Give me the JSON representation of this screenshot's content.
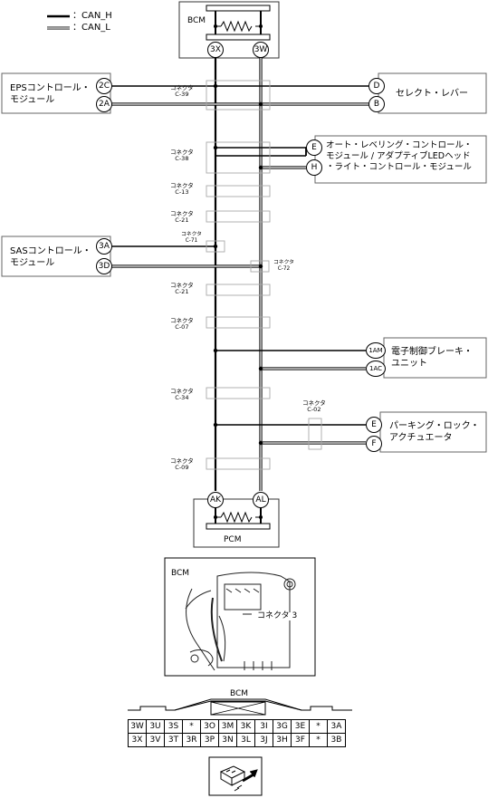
{
  "legend": {
    "can_h": "：CAN_H",
    "can_l": "：CAN_L"
  },
  "top_module": {
    "name": "BCM",
    "pin_h": "3X",
    "pin_l": "3W"
  },
  "bottom_module": {
    "name": "PCM",
    "pin_h": "AK",
    "pin_l": "AL"
  },
  "left_modules": [
    {
      "name": "EPSコントロール・\nモジュール",
      "pin_h": "2C",
      "pin_l": "2A"
    },
    {
      "name": "SASコントロール・\nモジュール",
      "pin_h": "3A",
      "pin_l": "3D"
    }
  ],
  "right_modules": [
    {
      "name": "セレクト・レバー",
      "pin_h": "D",
      "pin_l": "B"
    },
    {
      "name": "オート・レベリング・コントロール・\nモジュール / アダプティブLEDヘッド\n・ライト・コントロール・モジュール",
      "pin_h": "E",
      "pin_l": "H"
    },
    {
      "name": "電子制御ブレーキ・\nユニット",
      "pin_h": "1AM",
      "pin_l": "1AC"
    },
    {
      "name": "パーキング・ロック・\nアクチュエータ",
      "pin_h": "E",
      "pin_l": "F"
    }
  ],
  "connectors": [
    "コネクタ\nC-39",
    "コネクタ\nC-38",
    "コネクタ\nC-13",
    "コネクタ\nC-21",
    "コネクタ\nC-71",
    "コネクタ\nC-72",
    "コネクタ\nC-21",
    "コネクタ\nC-07",
    "コネクタ\nC-34",
    "コネクタ\nC-02",
    "コネクタ\nC-09"
  ],
  "photo": {
    "title": "BCM",
    "callout": "コネクタ 3"
  },
  "pinout": {
    "title": "BCM",
    "row1": [
      "3W",
      "3U",
      "3S",
      "*",
      "3O",
      "3M",
      "3K",
      "3I",
      "3G",
      "3E",
      "*",
      "3A"
    ],
    "row2": [
      "3X",
      "3V",
      "3T",
      "3R",
      "3P",
      "3N",
      "3L",
      "3J",
      "3H",
      "3F",
      "*",
      "3B"
    ]
  }
}
